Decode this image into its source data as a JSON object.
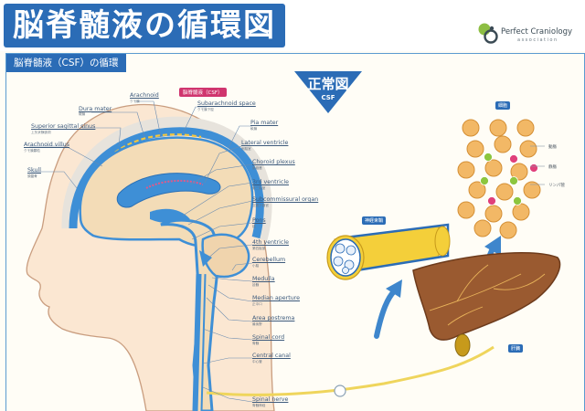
{
  "header": {
    "title": "脳脊髄液の循環図",
    "brand": "Perfect Craniology",
    "brand_sub": "association"
  },
  "section": {
    "title": "脳脊髄液（CSF）の循環"
  },
  "badge": {
    "title": "正常図",
    "sub": "CSF"
  },
  "labels": {
    "dura_mater": "Dura mater",
    "dura_mater_jp": "硬膜",
    "arachnoid": "Arachnoid",
    "arachnoid_jp": "クモ膜",
    "csf_jp": "脳脊髄液（CSF）",
    "subarachnoid_space": "Subarachnoid space",
    "subarachnoid_space_jp": "クモ膜下腔",
    "superior_sagittal_sinus": "Superior sagittal sinus",
    "superior_sagittal_sinus_jp": "上矢状静脈洞",
    "arachnoid_villus": "Arachnoid villus",
    "arachnoid_villus_jp": "クモ膜顆粒",
    "skull": "Skull",
    "skull_jp": "頭蓋骨",
    "pia_mater": "Pia mater",
    "pia_mater_jp": "軟膜",
    "lateral_ventricle": "Lateral ventricle",
    "lateral_ventricle_jp": "側脳室",
    "choroid_plexus": "Choroid plexus",
    "choroid_plexus_jp": "脈絡叢",
    "third_ventricle": "3rd ventricle",
    "third_ventricle_jp": "第三脳室",
    "subcommissural_organ": "Subcommissural organ",
    "subcommissural_organ_jp": "交連下器官",
    "pons": "Pons",
    "pons_jp": "橋",
    "fourth_ventricle": "4th ventricle",
    "fourth_ventricle_jp": "第四脳室",
    "cerebellum": "Cerebellum",
    "cerebellum_jp": "小脳",
    "medulla": "Medulla",
    "medulla_jp": "延髄",
    "median_aperture": "Median aperture",
    "median_aperture_jp": "正中口",
    "area_postrema": "Area postrema",
    "area_postrema_jp": "最後野",
    "spinal_cord": "Spinal cord",
    "spinal_cord_jp": "脊髄",
    "central_canal": "Central canal",
    "central_canal_jp": "中心管",
    "spinal_nerve": "Spinal nerve",
    "spinal_nerve_jp": "脊髄神経"
  },
  "right": {
    "nerve_tag": "神経束鞘",
    "tissue_tag": "細胞",
    "liver_tag": "肝臓",
    "cell_labels": [
      "動脈",
      "静脈",
      "リンパ管"
    ]
  },
  "colors": {
    "title_bg": "#2b6cb6",
    "frame": "#5b9bd0",
    "csf_blue": "#3e8fd6",
    "brain": "#f3dcb7",
    "cell": "#f2b866",
    "liver": "#9a5a30",
    "label_pink": "#d0356e"
  }
}
